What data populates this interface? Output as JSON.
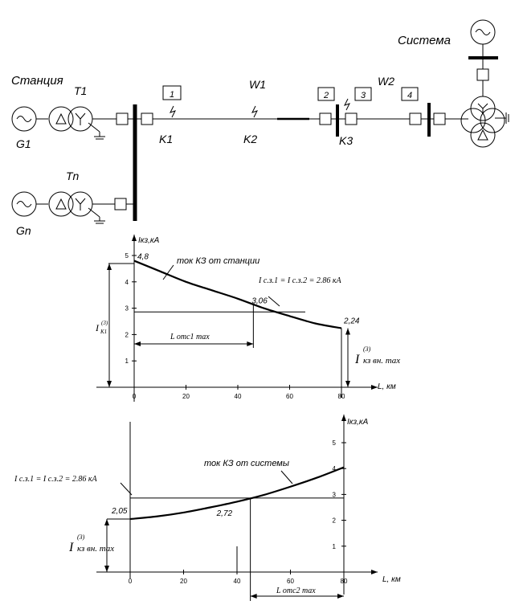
{
  "schematic": {
    "station_label": "Станция",
    "system_label": "Система",
    "generator_1": "G1",
    "generator_n": "Gn",
    "transformer_1": "T1",
    "transformer_n": "Tn",
    "line_1": "W1",
    "line_2": "W2",
    "faults": [
      "K1",
      "K2",
      "K3"
    ],
    "protections": [
      "1",
      "2",
      "3",
      "4"
    ]
  },
  "chart_data": [
    {
      "type": "line",
      "title": "",
      "xlabel": "L, км",
      "ylabel": "Iкз,кА",
      "xlim": [
        0,
        80
      ],
      "ylim": [
        0,
        5
      ],
      "x_ticks": [
        "0",
        "20",
        "40",
        "60",
        "80"
      ],
      "y_ticks": [
        "1",
        "2",
        "3",
        "4",
        "5"
      ],
      "series": [
        {
          "name": "ток КЗ от станции",
          "x": [
            0,
            10,
            20,
            30,
            40,
            50,
            60,
            70,
            80
          ],
          "y": [
            4.8,
            4.4,
            4.0,
            3.68,
            3.36,
            3.0,
            2.7,
            2.42,
            2.24
          ]
        }
      ],
      "setting_level": 2.86,
      "setting_label": "I с.з.1 = I с.з.2 = 2.86 кА",
      "points": [
        {
          "x": 0,
          "y": 4.8,
          "label": "4,8"
        },
        {
          "x": 46,
          "y": 3.06,
          "label": "3,06"
        },
        {
          "x": 80,
          "y": 2.24,
          "label": "2,24"
        }
      ],
      "zone_label": "L отс1 max",
      "zone_range": [
        0,
        46
      ],
      "left_current_label": "I",
      "left_current_sub": "К1",
      "left_current_sup": "(3)",
      "min_current_label": "I",
      "min_current_sub": "кз вн. max",
      "min_current_sup": "(3)"
    },
    {
      "type": "line",
      "title": "",
      "xlabel": "L, км",
      "ylabel": "Iкз,кА",
      "xlim": [
        0,
        80
      ],
      "ylim": [
        0,
        5
      ],
      "x_ticks": [
        "0",
        "20",
        "40",
        "60",
        "80"
      ],
      "y_ticks": [
        "1",
        "2",
        "3",
        "4",
        "5"
      ],
      "series": [
        {
          "name": "ток КЗ от системы",
          "x": [
            0,
            10,
            20,
            30,
            40,
            50,
            60,
            70,
            80
          ],
          "y": [
            2.05,
            2.15,
            2.3,
            2.5,
            2.72,
            2.98,
            3.3,
            3.65,
            4.05
          ]
        }
      ],
      "setting_level": 2.86,
      "setting_label": "I с.з.1 = I с.з.2 = 2.86 кА",
      "points": [
        {
          "x": 0,
          "y": 2.05,
          "label": "2,05"
        },
        {
          "x": 45,
          "y": 2.86,
          "label": "2,72"
        }
      ],
      "zone_label": "L отс2 max",
      "zone_range": [
        45,
        80
      ],
      "min_current_label": "I",
      "min_current_sub": "кз вн. max",
      "min_current_sup": "(3)"
    }
  ]
}
